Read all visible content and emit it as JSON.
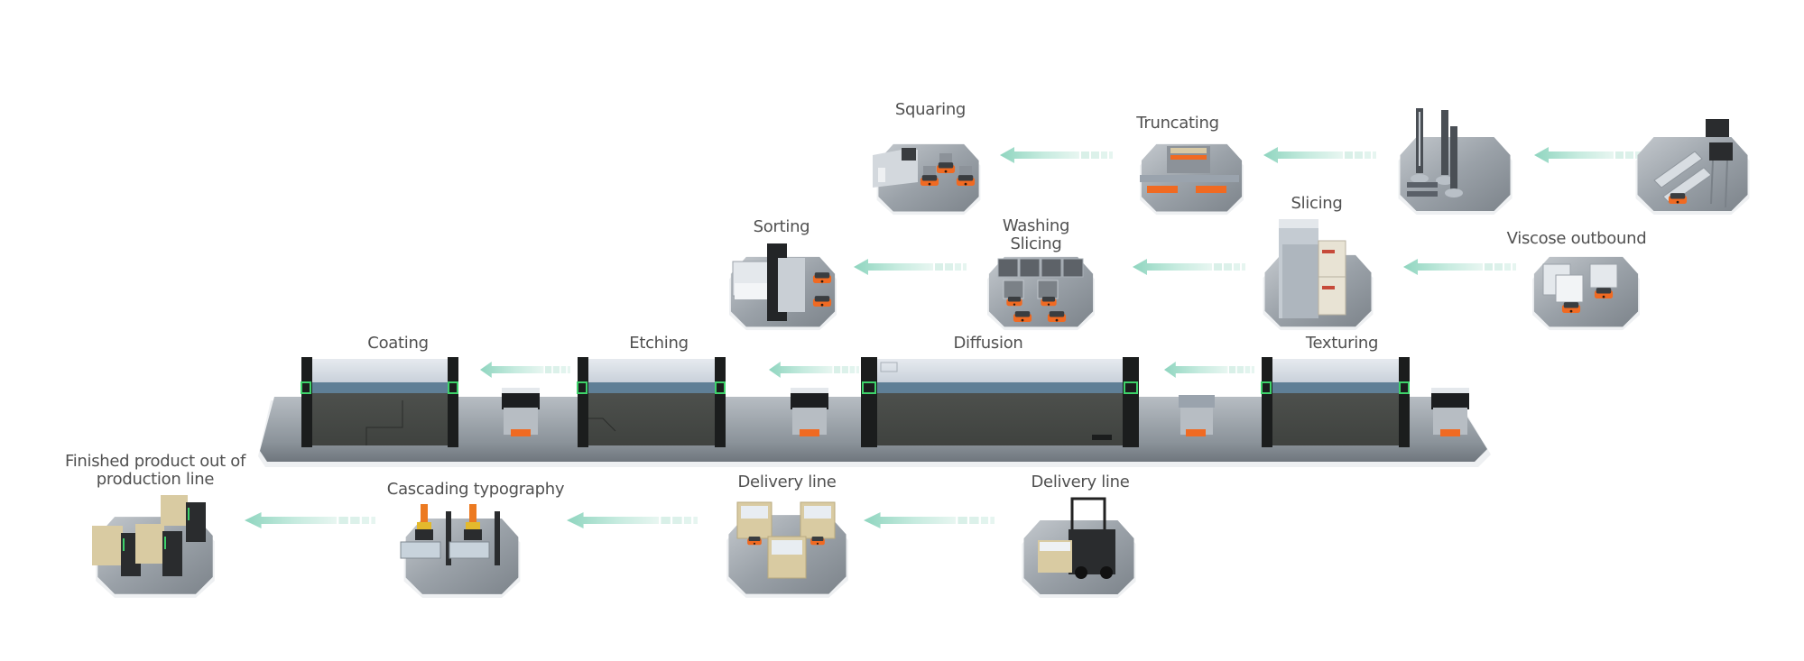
{
  "diagram": {
    "type": "production-line-flow",
    "colors": {
      "arrow": "#8fd5bf",
      "platform": "#a7adb3",
      "platform_edge": "#e9ecef",
      "machine_top": "#d4dbe3",
      "machine_band": "#5f7f96",
      "machine_body": "#4d4f4d",
      "machine_frame": "#1b1d1d",
      "indicator": "#3ed26a",
      "agv": "#f06a22",
      "carton": "#d9cba2",
      "robot_arm": "#ec7a21"
    },
    "rows": [
      {
        "name": "row-1",
        "flow_direction": "right-to-left",
        "stations": [
          {
            "id": "crystal-input",
            "label": ""
          },
          {
            "id": "drawing",
            "label": ""
          },
          {
            "id": "truncating",
            "label": "Truncating"
          },
          {
            "id": "squaring",
            "label": "Squaring"
          }
        ]
      },
      {
        "name": "row-2",
        "flow_direction": "right-to-left",
        "stations": [
          {
            "id": "viscose-outbound",
            "label": "Viscose outbound"
          },
          {
            "id": "slicing",
            "label": "Slicing"
          },
          {
            "id": "washing-slicing",
            "label": "Washing\nSlicing",
            "label_lines": [
              "Washing",
              "Slicing"
            ]
          },
          {
            "id": "sorting",
            "label": "Sorting"
          }
        ]
      },
      {
        "name": "row-3-cell-line",
        "flow_direction": "right-to-left",
        "stations": [
          {
            "id": "texturing",
            "label": "Texturing"
          },
          {
            "id": "diffusion",
            "label": "Diffusion"
          },
          {
            "id": "etching",
            "label": "Etching"
          },
          {
            "id": "coating",
            "label": "Coating"
          }
        ]
      },
      {
        "name": "row-4",
        "flow_direction": "right-to-left",
        "stations": [
          {
            "id": "delivery-line-1",
            "label": "Delivery line"
          },
          {
            "id": "delivery-line-2",
            "label": "Delivery line"
          },
          {
            "id": "cascading-typography",
            "label": "Cascading typography"
          },
          {
            "id": "finished-product",
            "label": "Finished product out of\nproduction line",
            "label_lines": [
              "Finished product out of",
              "production line"
            ]
          }
        ]
      }
    ]
  },
  "labels": {
    "squaring": "Squaring",
    "truncating": "Truncating",
    "slicing": "Slicing",
    "viscose_outbound": "Viscose outbound",
    "sorting": "Sorting",
    "washing_slicing_1": "Washing",
    "washing_slicing_2": "Slicing",
    "coating": "Coating",
    "etching": "Etching",
    "diffusion": "Diffusion",
    "texturing": "Texturing",
    "finished_1": "Finished product out of",
    "finished_2": "production line",
    "cascading": "Cascading typography",
    "delivery_1": "Delivery line",
    "delivery_2": "Delivery line"
  }
}
